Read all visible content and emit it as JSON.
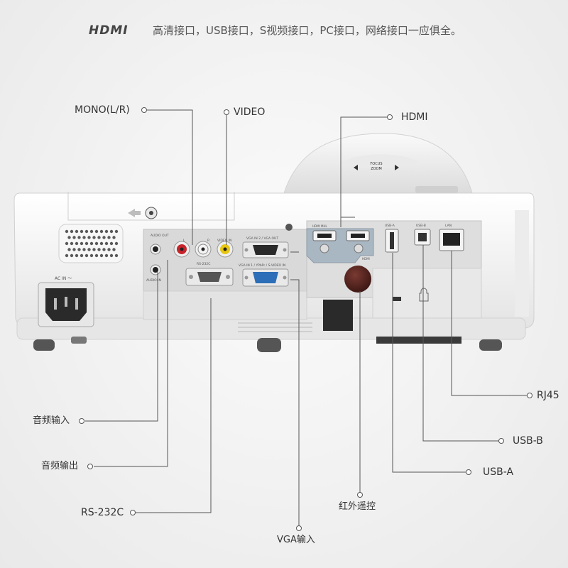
{
  "header": {
    "logo_text": "HDMI",
    "text": "高清接口，USB接口，S视频接口，PC接口，网络接口一应俱全。"
  },
  "callouts": {
    "mono": "MONO(L/R)",
    "video": "VIDEO",
    "hdmi": "HDMI",
    "audio_in": "音频输入",
    "audio_out": "音频输出",
    "rs232c": "RS-232C",
    "vga_in": "VGA输入",
    "ir_remote": "红外遥控",
    "usb_a": "USB-A",
    "usb_b": "USB-B",
    "rj45": "RJ45"
  },
  "panel_labels": {
    "ac_in": "AC IN 〜",
    "audio_out": "AUDIO OUT",
    "audio_in": "AUDIO IN",
    "l": "L",
    "r": "R",
    "video_in": "VIDEO IN",
    "vga_in2": "VGA IN 2 / VGA OUT",
    "vga_in1": "VGA IN 1 / YPbPr / S-VIDEO IN",
    "rs232c": "RS-232C",
    "hdmi_mhl": "HDMI MHL",
    "hdmi": "HDMI",
    "usb_a": "USB-A",
    "usb_b": "USB-B",
    "lan": "LAN",
    "focus": "FOCUS",
    "zoom": "ZOOM"
  },
  "colors": {
    "line": "#555555",
    "body": "#ffffff",
    "panel": "#d8d8d8",
    "hdmi_plate": "#a9b7c3",
    "vga_blue": "#2c6fb8",
    "rca_red": "#c8232b",
    "rca_yellow": "#e7c612"
  }
}
